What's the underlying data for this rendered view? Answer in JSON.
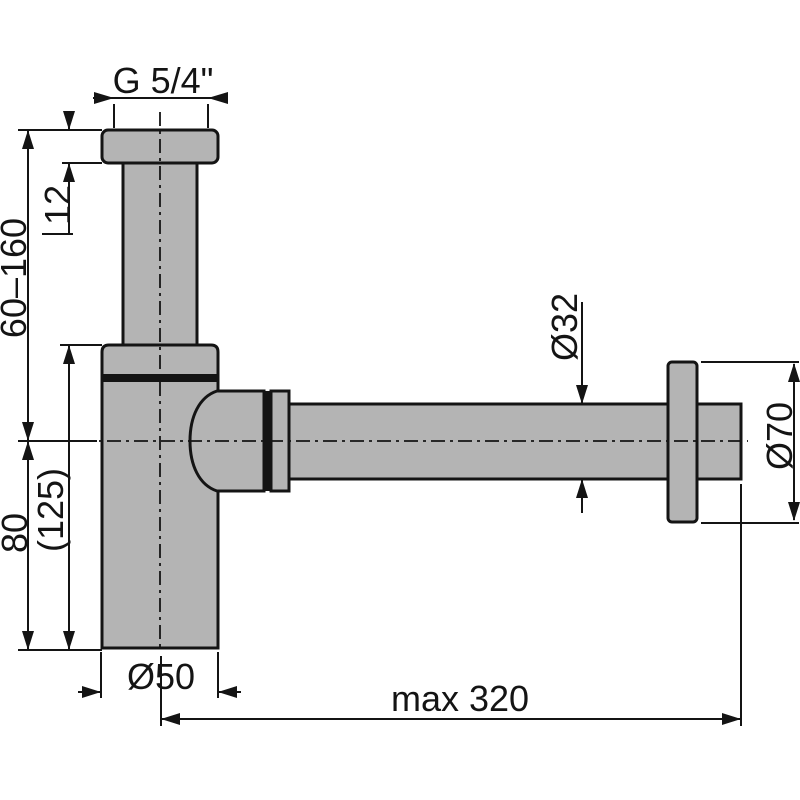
{
  "labels": {
    "thread": "G 5/4\"",
    "flange_height": "12",
    "height_range": "60–160",
    "body_height": "(125)",
    "depth_below_axis": "80",
    "body_diameter": "Ø50",
    "pipe_diameter": "Ø32",
    "rosette_diameter": "Ø70",
    "max_length": "max 320"
  },
  "colors": {
    "part-fill": "#b4b4b4",
    "outline": "#141414",
    "background": "#ffffff"
  }
}
